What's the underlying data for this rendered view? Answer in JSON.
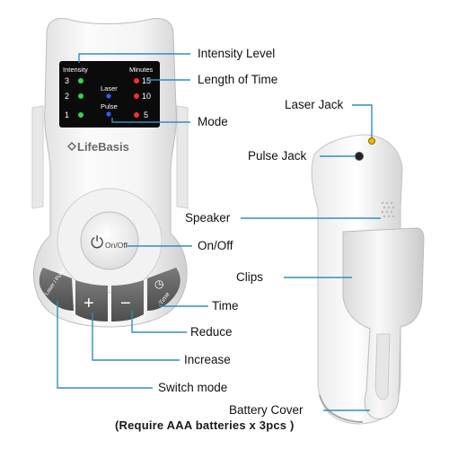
{
  "device": {
    "brand": "LifeBasis",
    "panel": {
      "intensity_label": "Intensity",
      "minutes_label": "Minutes",
      "laser_label": "Laser",
      "pulse_label": "Pulse",
      "intensity_levels": [
        "3",
        "2",
        "1"
      ],
      "minute_values": [
        "15",
        "10",
        "5"
      ]
    },
    "buttons": {
      "power_glyph": "⏻",
      "power_text": "On/Off",
      "mode_text": "Laser / Pulse",
      "increase_glyph": "+",
      "reduce_glyph": "−",
      "time_text": "Time",
      "time_glyph": "◷"
    }
  },
  "callouts": {
    "intensity_level": "Intensity Level",
    "length_of_time": "Length of Time",
    "mode": "Mode",
    "laser_jack": "Laser Jack",
    "pulse_jack": "Pulse Jack",
    "speaker": "Speaker",
    "on_off": "On/Off",
    "clips": "Clips",
    "time": "Time",
    "reduce": "Reduce",
    "increase": "Increase",
    "switch_mode": "Switch mode",
    "battery_cover": "Battery Cover"
  },
  "battery_note": "(Require AAA batteries x 3pcs )",
  "colors": {
    "led_green": "#2fd64a",
    "led_red": "#ff2b2b",
    "led_blue": "#2f5bff",
    "jack_yellow": "#f2b400",
    "leader_line": "#2f8fc4",
    "display_black": "#0b0b0b"
  }
}
